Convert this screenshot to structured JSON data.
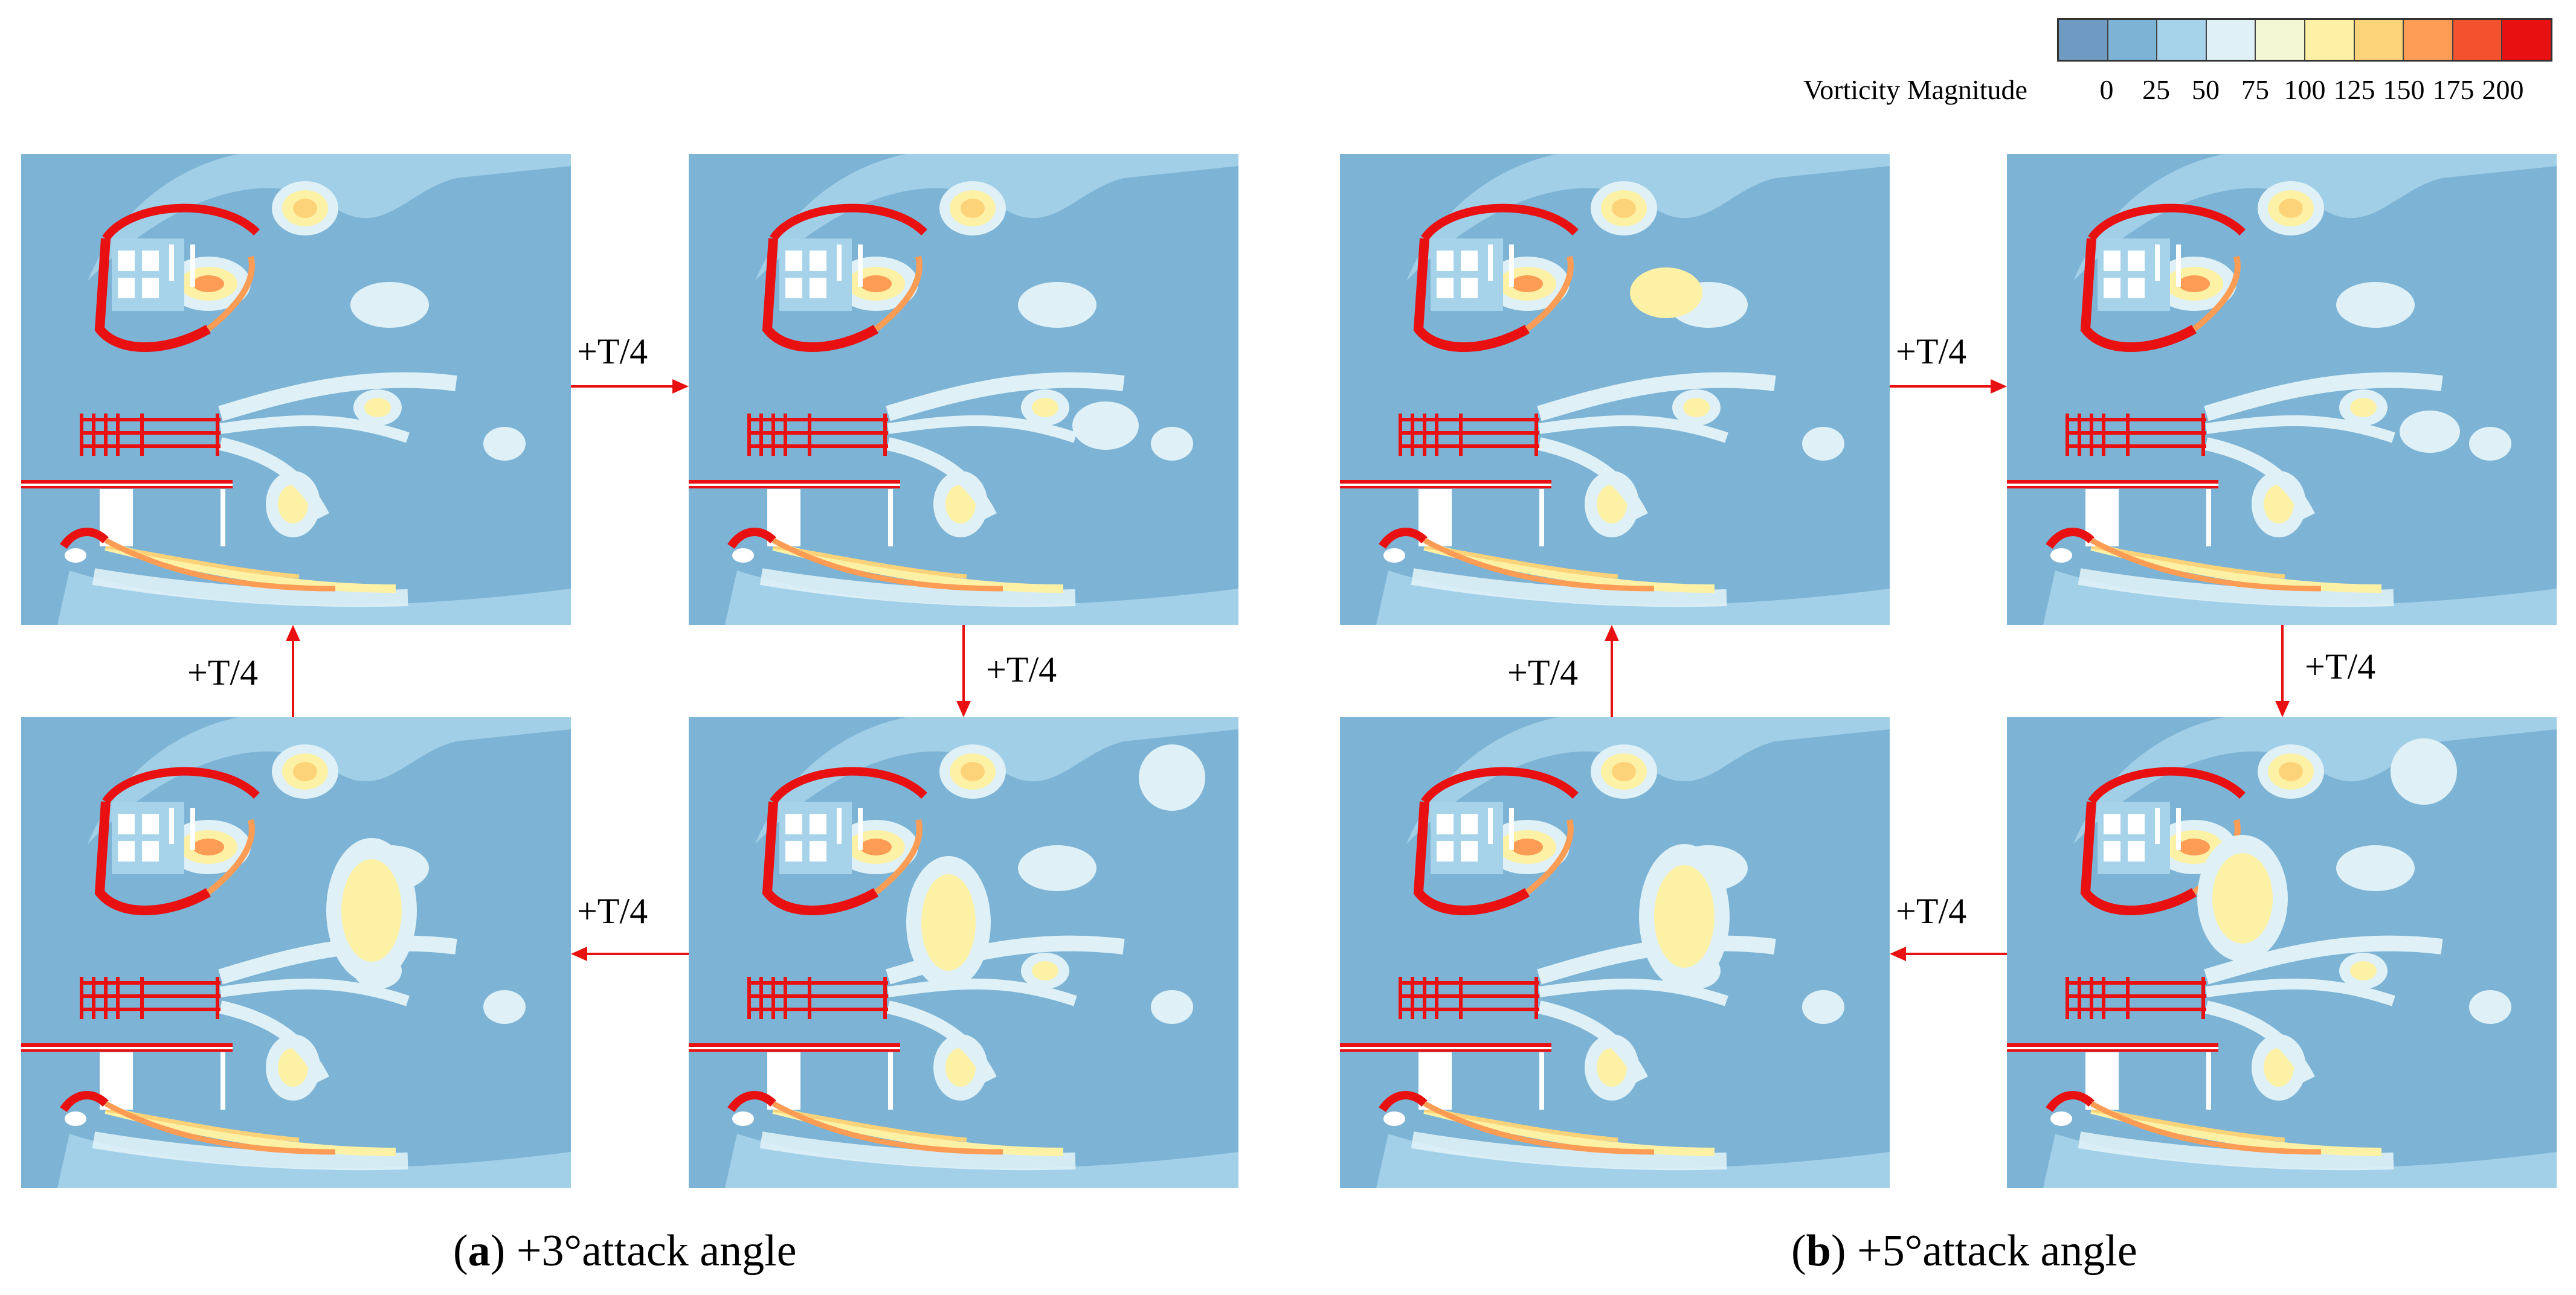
{
  "legend": {
    "title": "Vorticity Magnitude",
    "ticks": [
      "0",
      "25",
      "50",
      "75",
      "100",
      "125",
      "150",
      "175",
      "200"
    ],
    "colors": [
      "#6f9bc2",
      "#7db3d4",
      "#a6d3ea",
      "#dff1f7",
      "#f3f7d2",
      "#fdf1a6",
      "#fdd37a",
      "#fc9c55",
      "#f4512f",
      "#e81010"
    ]
  },
  "step_label": "+T/4",
  "captions": {
    "a": {
      "letter": "a",
      "text": " +3°attack angle"
    },
    "b": {
      "letter": "b",
      "text": " +5°attack angle"
    }
  }
}
